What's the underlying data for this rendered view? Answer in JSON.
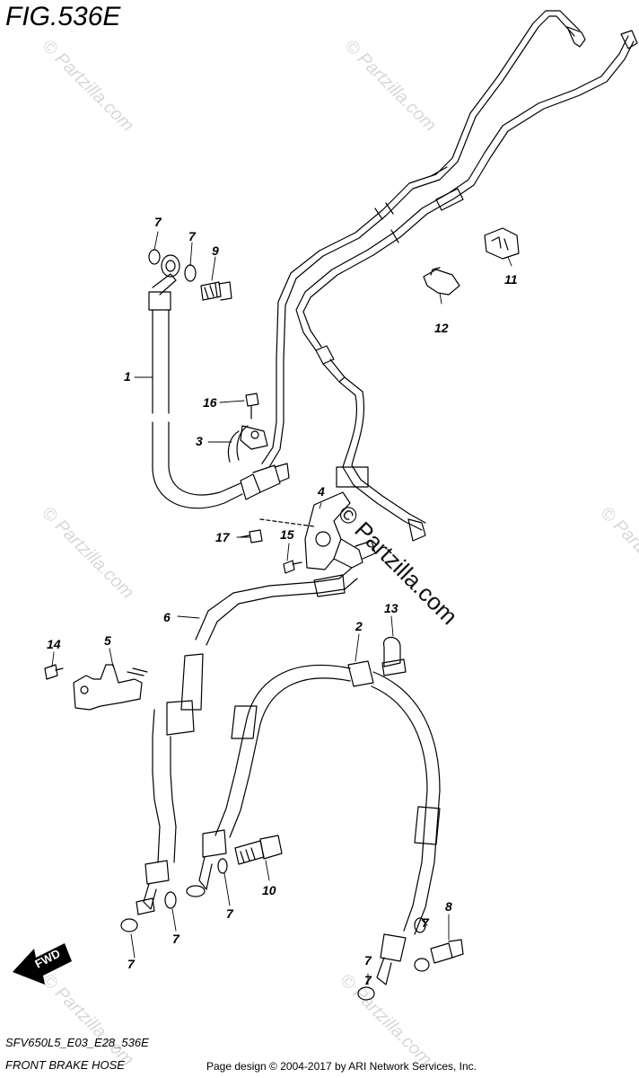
{
  "figure": {
    "title": "FIG.536E",
    "model_code": "SFV650L5_E03_E28_536E",
    "caption": "FRONT BRAKE HOSE",
    "copyright": "Page design © 2004-2017 by ARI Network Services, Inc."
  },
  "watermark": {
    "text": "© Partzilla.com",
    "center_text": "© Partzilla.com"
  },
  "direction_marker": "FWD",
  "callouts": {
    "c1": "1",
    "c2": "2",
    "c3": "3",
    "c4": "4",
    "c5": "5",
    "c6": "6",
    "c7a": "7",
    "c7b": "7",
    "c7c": "7",
    "c7d": "7",
    "c7e": "7",
    "c7f": "7",
    "c7g": "7",
    "c7h": "7",
    "c8": "8",
    "c9": "9",
    "c10": "10",
    "c11": "11",
    "c12": "12",
    "c13": "13",
    "c14": "14",
    "c15": "15",
    "c16": "16",
    "c17": "17"
  },
  "icons": [
    "fwd-arrow-icon"
  ]
}
